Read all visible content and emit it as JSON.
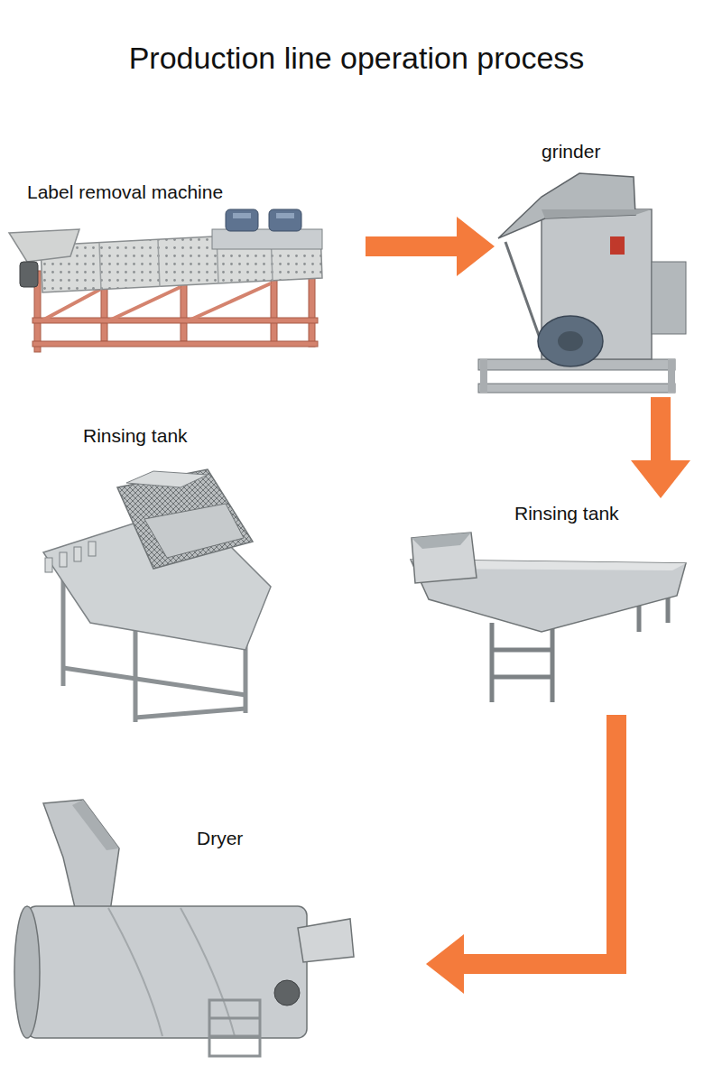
{
  "diagram": {
    "title": "Production line operation process",
    "nodes": [
      {
        "text": [
          "Label removal machine"
        ]
      },
      {
        "text": [
          "grinder"
        ]
      },
      {
        "text": [
          "Rinsing tank"
        ]
      },
      {
        "text": [
          "Rinsing tank"
        ]
      },
      {
        "text": [
          "Dryer"
        ]
      }
    ],
    "edges": [
      {
        "from": 0,
        "to": 1,
        "arrow": "to"
      },
      {
        "from": 1,
        "to": 3,
        "arrow": "to"
      },
      {
        "from": 3,
        "to": 4,
        "arrow": "to"
      }
    ]
  }
}
